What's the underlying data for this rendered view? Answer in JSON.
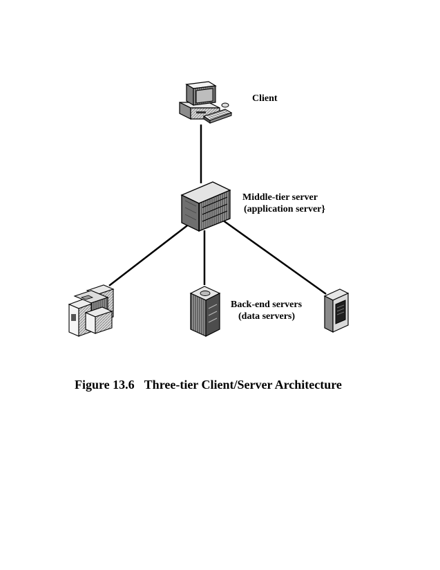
{
  "diagram": {
    "nodes": {
      "client": {
        "label": "Client",
        "icon": "workstation-icon"
      },
      "middle_tier": {
        "label_line1": "Middle-tier server",
        "label_line2": "(application server}",
        "icon": "rack-server-icon"
      },
      "back_end": {
        "label_line1": "Back-end servers",
        "label_line2": "(data servers)",
        "icons": [
          "mainframe-cluster-icon",
          "tower-server-icon",
          "cabinet-server-icon"
        ]
      }
    },
    "edges": [
      {
        "from": "client",
        "to": "middle_tier"
      },
      {
        "from": "middle_tier",
        "to": "back_end.mainframe"
      },
      {
        "from": "middle_tier",
        "to": "back_end.tower"
      },
      {
        "from": "middle_tier",
        "to": "back_end.cabinet"
      }
    ]
  },
  "caption": {
    "figure_number": "Figure 13.6",
    "title": "Three-tier Client/Server Architecture"
  }
}
